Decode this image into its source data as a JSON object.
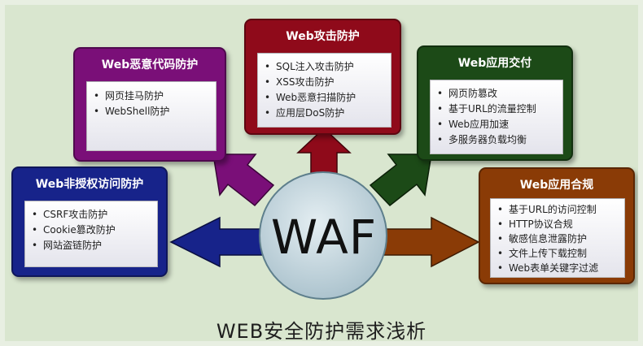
{
  "diagram": {
    "center": {
      "label": "WAF"
    },
    "caption": "WEB安全防护需求浅析",
    "colors": {
      "malicious_code": "#7a0f78",
      "sql_attack": "#8f0a1a",
      "app_delivery": "#1c4a17",
      "unauthorized_access": "#17238a",
      "compliance": "#8a3b06",
      "center_fill": "#b9cdd6"
    },
    "boxes": {
      "malicious_code": {
        "title": "Web恶意代码防护",
        "items": [
          "网页挂马防护",
          "WebShell防护"
        ]
      },
      "sql_attack": {
        "title": "Web攻击防护",
        "items": [
          "SQL注入攻击防护",
          "XSS攻击防护",
          "Web恶意扫描防护",
          "应用层DoS防护"
        ]
      },
      "app_delivery": {
        "title": "Web应用交付",
        "items": [
          "网页防篡改",
          "基于URL的流量控制",
          "Web应用加速",
          "多服务器负载均衡"
        ]
      },
      "unauthorized_access": {
        "title": "Web非授权访问防护",
        "items": [
          "CSRF攻击防护",
          "Cookie篡改防护",
          "网站盗链防护"
        ]
      },
      "compliance": {
        "title": "Web应用合规",
        "items": [
          "基于URL的访问控制",
          "HTTP协议合规",
          "敏感信息泄露防护",
          "文件上传下载控制",
          "Web表单关键字过滤"
        ]
      }
    }
  }
}
